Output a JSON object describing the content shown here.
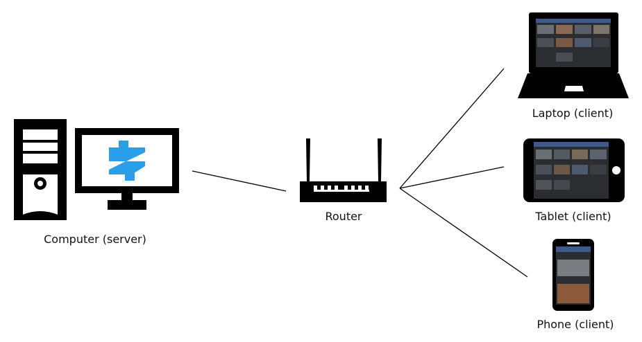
{
  "labels": {
    "server": "Computer (server)",
    "router": "Router",
    "laptop": "Laptop (client)",
    "tablet": "Tablet (client)",
    "phone": "Phone (client)"
  },
  "colors": {
    "device": "#000000",
    "logo": "#2a9ee8",
    "screen_bg": "#2b2d31",
    "app_header": "#3d5a8a",
    "line": "#000000"
  },
  "icons": {
    "server_tower": "desktop-tower-icon",
    "server_monitor": "monitor-icon",
    "server_logo": "app-logo-icon",
    "router": "wifi-router-icon",
    "laptop": "laptop-icon",
    "tablet": "tablet-icon",
    "phone": "smartphone-icon"
  }
}
